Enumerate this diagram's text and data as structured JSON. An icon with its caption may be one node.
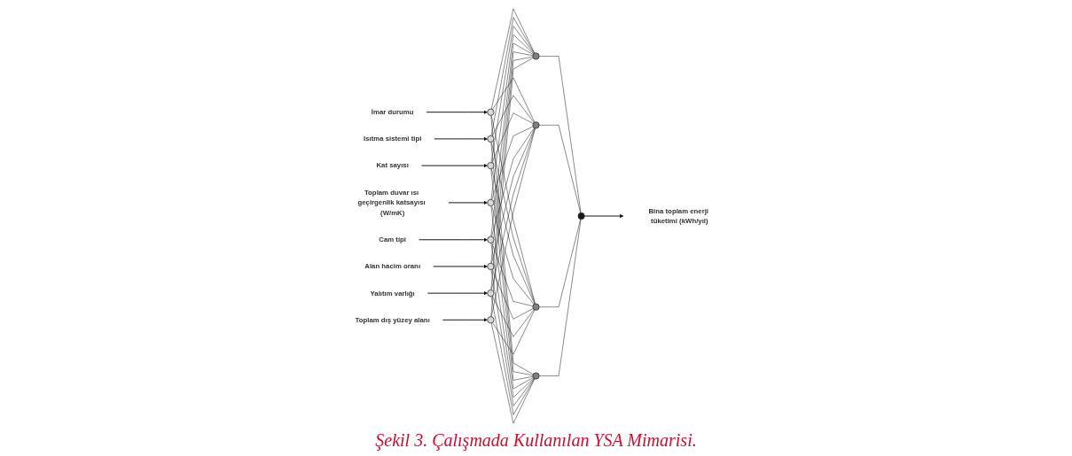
{
  "diagram": {
    "caption": "Şekil 3. Çalışmada Kullanılan YSA Mimarisi.",
    "nodes": [
      {
        "text": [
          "İmar durumu"
        ]
      },
      {
        "text": [
          "Isıtma sistemi tipi"
        ]
      },
      {
        "text": [
          "Kat sayısı"
        ]
      },
      {
        "text": [
          "Toplam duvar ısı geçirgenlik katsayısı (W/mK)"
        ]
      },
      {
        "text": [
          "Cam tipi"
        ]
      },
      {
        "text": [
          "Alan hacim oranı"
        ]
      },
      {
        "text": [
          "Yalıtım varlığı"
        ]
      },
      {
        "text": [
          "Toplam dış yüzey alanı"
        ]
      },
      {
        "text": [],
        "shape": "circle"
      },
      {
        "text": [],
        "shape": "circle"
      },
      {
        "text": [],
        "shape": "circle"
      },
      {
        "text": [],
        "shape": "circle"
      },
      {
        "text": [],
        "shape": "circle"
      },
      {
        "text": [],
        "shape": "circle"
      },
      {
        "text": [],
        "shape": "circle"
      },
      {
        "text": [],
        "shape": "circle"
      },
      {
        "text": [],
        "shape": "circle"
      },
      {
        "text": [],
        "shape": "circle"
      },
      {
        "text": [],
        "shape": "circle"
      },
      {
        "text": [],
        "shape": "circle"
      },
      {
        "text": [],
        "shape": "circle"
      },
      {
        "text": [
          "Bina toplam enerji tüketimi (kWh/yıl)"
        ]
      }
    ],
    "edges": [
      {
        "from": 0,
        "to": 8,
        "arrow": "to"
      },
      {
        "from": 1,
        "to": 9,
        "arrow": "to"
      },
      {
        "from": 2,
        "to": 10,
        "arrow": "to"
      },
      {
        "from": 3,
        "to": 11,
        "arrow": "to"
      },
      {
        "from": 4,
        "to": 12,
        "arrow": "to"
      },
      {
        "from": 5,
        "to": 13,
        "arrow": "to"
      },
      {
        "from": 6,
        "to": 14,
        "arrow": "to"
      },
      {
        "from": 7,
        "to": 15,
        "arrow": "to"
      },
      {
        "from": 8,
        "to": 16,
        "arrow": "none"
      },
      {
        "from": 8,
        "to": 17,
        "arrow": "none"
      },
      {
        "from": 8,
        "to": 18,
        "arrow": "none"
      },
      {
        "from": 8,
        "to": 19,
        "arrow": "none"
      },
      {
        "from": 9,
        "to": 16,
        "arrow": "none"
      },
      {
        "from": 9,
        "to": 17,
        "arrow": "none"
      },
      {
        "from": 9,
        "to": 18,
        "arrow": "none"
      },
      {
        "from": 9,
        "to": 19,
        "arrow": "none"
      },
      {
        "from": 10,
        "to": 16,
        "arrow": "none"
      },
      {
        "from": 10,
        "to": 17,
        "arrow": "none"
      },
      {
        "from": 10,
        "to": 18,
        "arrow": "none"
      },
      {
        "from": 10,
        "to": 19,
        "arrow": "none"
      },
      {
        "from": 11,
        "to": 16,
        "arrow": "none"
      },
      {
        "from": 11,
        "to": 17,
        "arrow": "none"
      },
      {
        "from": 11,
        "to": 18,
        "arrow": "none"
      },
      {
        "from": 11,
        "to": 19,
        "arrow": "none"
      },
      {
        "from": 12,
        "to": 16,
        "arrow": "none"
      },
      {
        "from": 12,
        "to": 17,
        "arrow": "none"
      },
      {
        "from": 12,
        "to": 18,
        "arrow": "none"
      },
      {
        "from": 12,
        "to": 19,
        "arrow": "none"
      },
      {
        "from": 13,
        "to": 16,
        "arrow": "none"
      },
      {
        "from": 13,
        "to": 17,
        "arrow": "none"
      },
      {
        "from": 13,
        "to": 18,
        "arrow": "none"
      },
      {
        "from": 13,
        "to": 19,
        "arrow": "none"
      },
      {
        "from": 14,
        "to": 16,
        "arrow": "none"
      },
      {
        "from": 14,
        "to": 17,
        "arrow": "none"
      },
      {
        "from": 14,
        "to": 18,
        "arrow": "none"
      },
      {
        "from": 14,
        "to": 19,
        "arrow": "none"
      },
      {
        "from": 15,
        "to": 16,
        "arrow": "none"
      },
      {
        "from": 15,
        "to": 17,
        "arrow": "none"
      },
      {
        "from": 15,
        "to": 18,
        "arrow": "none"
      },
      {
        "from": 15,
        "to": 19,
        "arrow": "none"
      },
      {
        "from": 16,
        "to": 20,
        "arrow": "none"
      },
      {
        "from": 17,
        "to": 20,
        "arrow": "none"
      },
      {
        "from": 18,
        "to": 20,
        "arrow": "none"
      },
      {
        "from": 19,
        "to": 20,
        "arrow": "none"
      },
      {
        "from": 20,
        "to": 21,
        "arrow": "to"
      }
    ]
  }
}
